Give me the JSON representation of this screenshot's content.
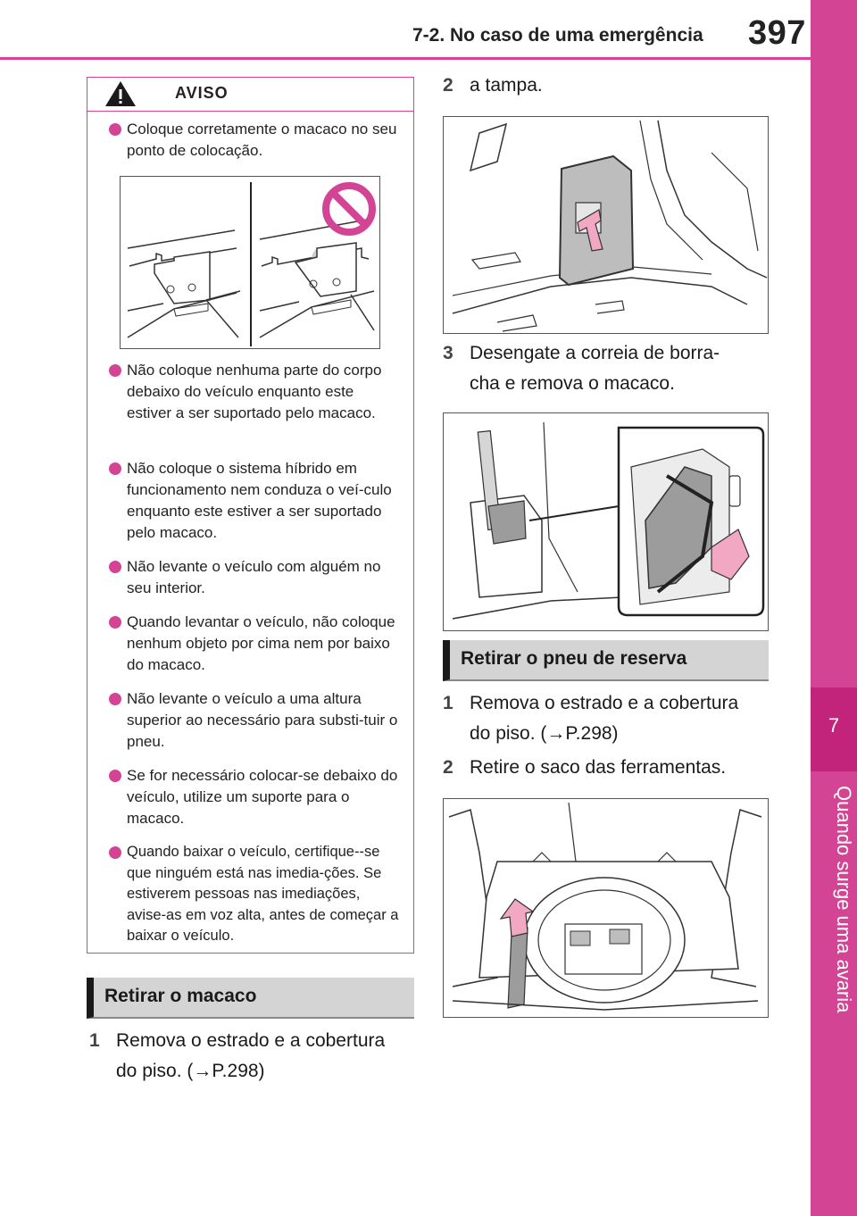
{
  "header": {
    "section_title": "7-2. No caso de uma emergência",
    "page_number": "397"
  },
  "side_tab": {
    "chapter_number": "7",
    "chapter_label": "Quando surge uma avaria"
  },
  "warning": {
    "title": "AVISO",
    "items": [
      "Coloque corretamente o macaco no seu ponto de colocação.",
      "Não coloque nenhuma parte do corpo debaixo do veículo enquanto este estiver a ser suportado pelo macaco.",
      "Não coloque o sistema híbrido em funcionamento nem conduza o veí-culo enquanto este estiver a ser suportado pelo macaco.",
      "Não levante o veículo com alguém no seu interior.",
      "Quando levantar o veículo, não coloque nenhum objeto por cima nem por baixo do macaco.",
      "Não levante o veículo a uma altura superior ao necessário para substi-tuir o pneu.",
      "Se for necessário colocar-se debaixo do veículo, utilize um suporte para o macaco.",
      "Quando baixar o veículo, certifique--se que ninguém está nas imedia-ções. Se estiverem pessoas nas imediações, avise-as em voz alta, antes de começar a baixar o veículo."
    ]
  },
  "remove_jack": {
    "heading": "Retirar o macaco",
    "steps": [
      {
        "n": "1",
        "text_l1": "Remova o estrado e a cobertura",
        "text_l2": "do piso. (→P.298)"
      },
      {
        "n": "2",
        "text_l1": " a tampa."
      },
      {
        "n": "3",
        "text_l1": "Desengate a correia de borra-",
        "text_l2": "cha e remova o macaco."
      }
    ]
  },
  "remove_spare": {
    "heading": "Retirar o pneu de reserva",
    "steps": [
      {
        "n": "1",
        "text_l1": "Remova o estrado e a cobertura",
        "text_l2": "do piso. (→P.298)"
      },
      {
        "n": "2",
        "text_l1": "Retire o saco das ferramentas."
      }
    ]
  },
  "colors": {
    "accent": "#d44494",
    "accent_dark": "#c2247b",
    "arrow_fill": "#f2a7c3"
  }
}
